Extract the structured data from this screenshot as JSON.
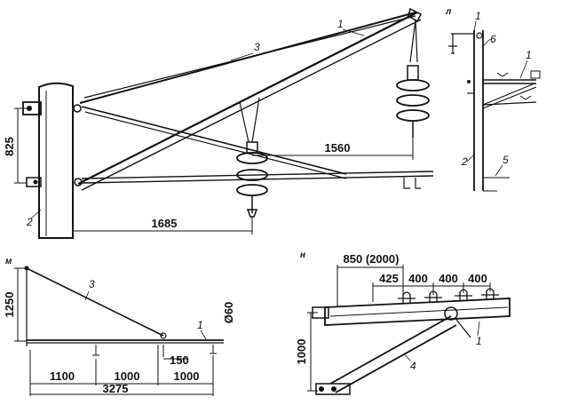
{
  "panel_a": {
    "dims": {
      "h825": "825",
      "d1560": "1560",
      "d1685": "1685"
    },
    "refs": {
      "r1": "1",
      "r3": "3",
      "r2": "2"
    }
  },
  "panel_l": {
    "label": "л",
    "refs": {
      "r1": "1",
      "r6": "6",
      "r1b": "1",
      "r2": "2",
      "r5": "5"
    }
  },
  "panel_m": {
    "label": "м",
    "dims": {
      "h1250": "1250",
      "d60": "Ø60",
      "d150": "150",
      "d1100": "1100",
      "d1000a": "1000",
      "d1000b": "1000",
      "d3275": "3275"
    },
    "refs": {
      "r3": "3",
      "r1": "1"
    }
  },
  "panel_n": {
    "label": "н",
    "dims": {
      "d850": "850 (2000)",
      "d425": "425",
      "d400a": "400",
      "d400b": "400",
      "d400c": "400",
      "h1000": "1000"
    },
    "refs": {
      "r1": "1",
      "r4": "4"
    }
  }
}
